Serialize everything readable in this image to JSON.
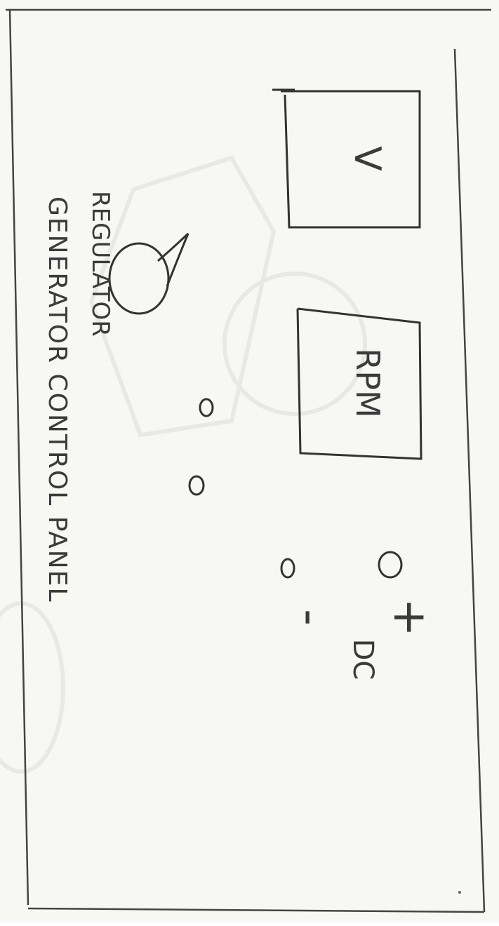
{
  "panel": {
    "title_line1": "GENERATOR CONTROL PANEL",
    "voltage_label": "V",
    "rpm_label": "RPM",
    "regulator_label": "REGULATOR",
    "dc_plus": "+",
    "dc_minus": "-",
    "dc_label": "DC"
  },
  "colors": {
    "paper": "#f7f7f4",
    "pencil": "#3b3b3b",
    "ghost": "#d8d8d4"
  }
}
